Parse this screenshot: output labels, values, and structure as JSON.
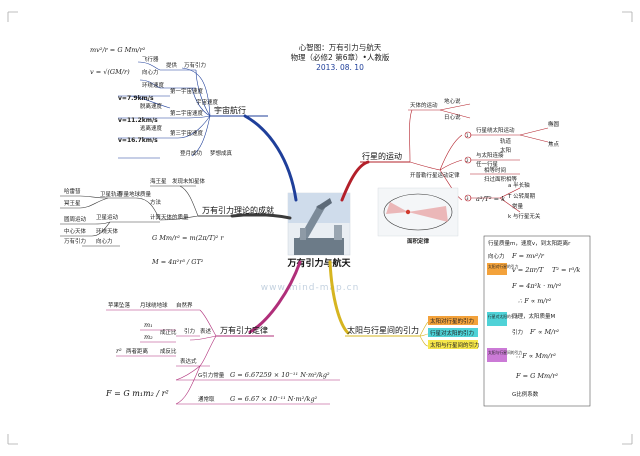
{
  "title": {
    "line1": "心智图：万有引力与航天",
    "line2": "物理（必修2 第6章）•人教版",
    "line3": "2013. 08. 10"
  },
  "center": "万有引力与航天",
  "watermark": "www.mind-map.cn",
  "branches": {
    "space": {
      "label": "宇宙航行",
      "f1": "mv²/r = G Mm/r²",
      "f2": "v = √(GM/r)",
      "sat": "飞行器",
      "centripetal": "向心力",
      "provides": "提供",
      "gravity": "万有引力",
      "orbit_speed": "环绕速度",
      "speed1": "第一宇宙速度",
      "v1": "v=7.9km/s",
      "escape_speed": "脱离速度",
      "speed2": "第二宇宙速度",
      "v2": "v=11.2km/s",
      "flee_speed": "逃离速度",
      "speed3": "第三宇宙速度",
      "v3": "v=16.7km/s",
      "cosmic_speed": "宇宙速度",
      "moon_landing": "登月成功",
      "dream": "梦想成真"
    },
    "planet": {
      "label": "行星的运动",
      "geo": "地心说",
      "helio": "日心说",
      "sky": "天体的运动",
      "kepler": "开普勒行星运动定律",
      "n1": "1",
      "n2": "2",
      "n3": "3",
      "l1": "行星绕太阳运动",
      "track": "轨道",
      "ellipse": "椭圆",
      "sun": "太阳",
      "focus": "焦点",
      "l2a": "与太阳连接",
      "l2": "任一行星",
      "equal_time": "相等时间",
      "equal_area": "扫过面积相等",
      "l3f": "a³/T² = k",
      "semi": "a  半长轴",
      "period": "T  公转周期",
      "const": "常量",
      "depend": "k  与行星无关",
      "fig": "面积定律"
    },
    "achieve": {
      "label": "万有引力理论的成就",
      "weigh": "称量地球质量",
      "discover": "发现未知星体",
      "neptune": "海王星",
      "halley": "哈雷彗",
      "pluto": "冥王星",
      "orbit_t": "卫星轨道",
      "calc": "计算天体的质量",
      "method": "方法",
      "sat_motion": "卫星运动",
      "gravity": "万有引力",
      "circle": "圆周运动",
      "central": "中心天体",
      "orbit_body": "环绕天体",
      "centripetal": "向心力",
      "formula1": "G Mm/r² = m(2π/T)² r",
      "formula2": "M = 4π²r³ / GT²"
    },
    "law": {
      "label": "万有引力定律",
      "apple": "苹果坠落",
      "moon_pull": "月球绕地球",
      "nature": "自然界",
      "m1": "m₁",
      "m2": "m₂",
      "proportional": "成正比",
      "pull": "引力",
      "expression": "表述",
      "r2": "r²",
      "distance": "两者距离",
      "inverse": "成反比",
      "formula_txt": "表达式",
      "formula": "F = G m₁m₂ / r²",
      "gconst": "G引力常量",
      "gvalue": "G = 6.67259 × 10⁻¹¹ N·m²/kg²",
      "gcommon": "通常取",
      "gvalue2": "G = 6.67 × 10⁻¹¹ N·m²/kg²"
    },
    "sunplanet": {
      "label": "太阳与行星间的引力",
      "tag1": "太阳对行星的引力",
      "tag2": "行星对太阳的引力",
      "tag3": "太阳与行星间的引力",
      "box_head": "行星质量m，速度v，到太阳距离r",
      "centripetal": "向心力",
      "f_c": "F = mv²/r",
      "tag_a": "太阳对行星的引力",
      "v_eq": "v = 2πr/T",
      "t_eq": "T² = r³/k",
      "f_a": "F = 4π²k · m/r²",
      "therefore": "∴ F ∝ m/r²",
      "tag_b": "行星对太阳的引力",
      "sun_mass": "同理，太阳质量M",
      "pull_txt": "引力",
      "f_b": "F′ ∝ M/r²",
      "tag_c": "太阳与行星间的引力",
      "f_c2": "∴ F ∝ Mm/r²",
      "f_g": "F = G Mm/r²",
      "g_ratio": "G比例系数"
    }
  },
  "colors": {
    "space_branch": "#1f3f9a",
    "planet_branch": "#b3202a",
    "achieve_branch": "#3a3a3a",
    "law_branch": "#b02f7a",
    "sun_branch": "#d6b520",
    "tag_orange": "#f3a23b",
    "tag_yellow": "#f5e64a",
    "tag_cyan": "#4fd2d7",
    "tag_purple": "#cb7ad6"
  }
}
